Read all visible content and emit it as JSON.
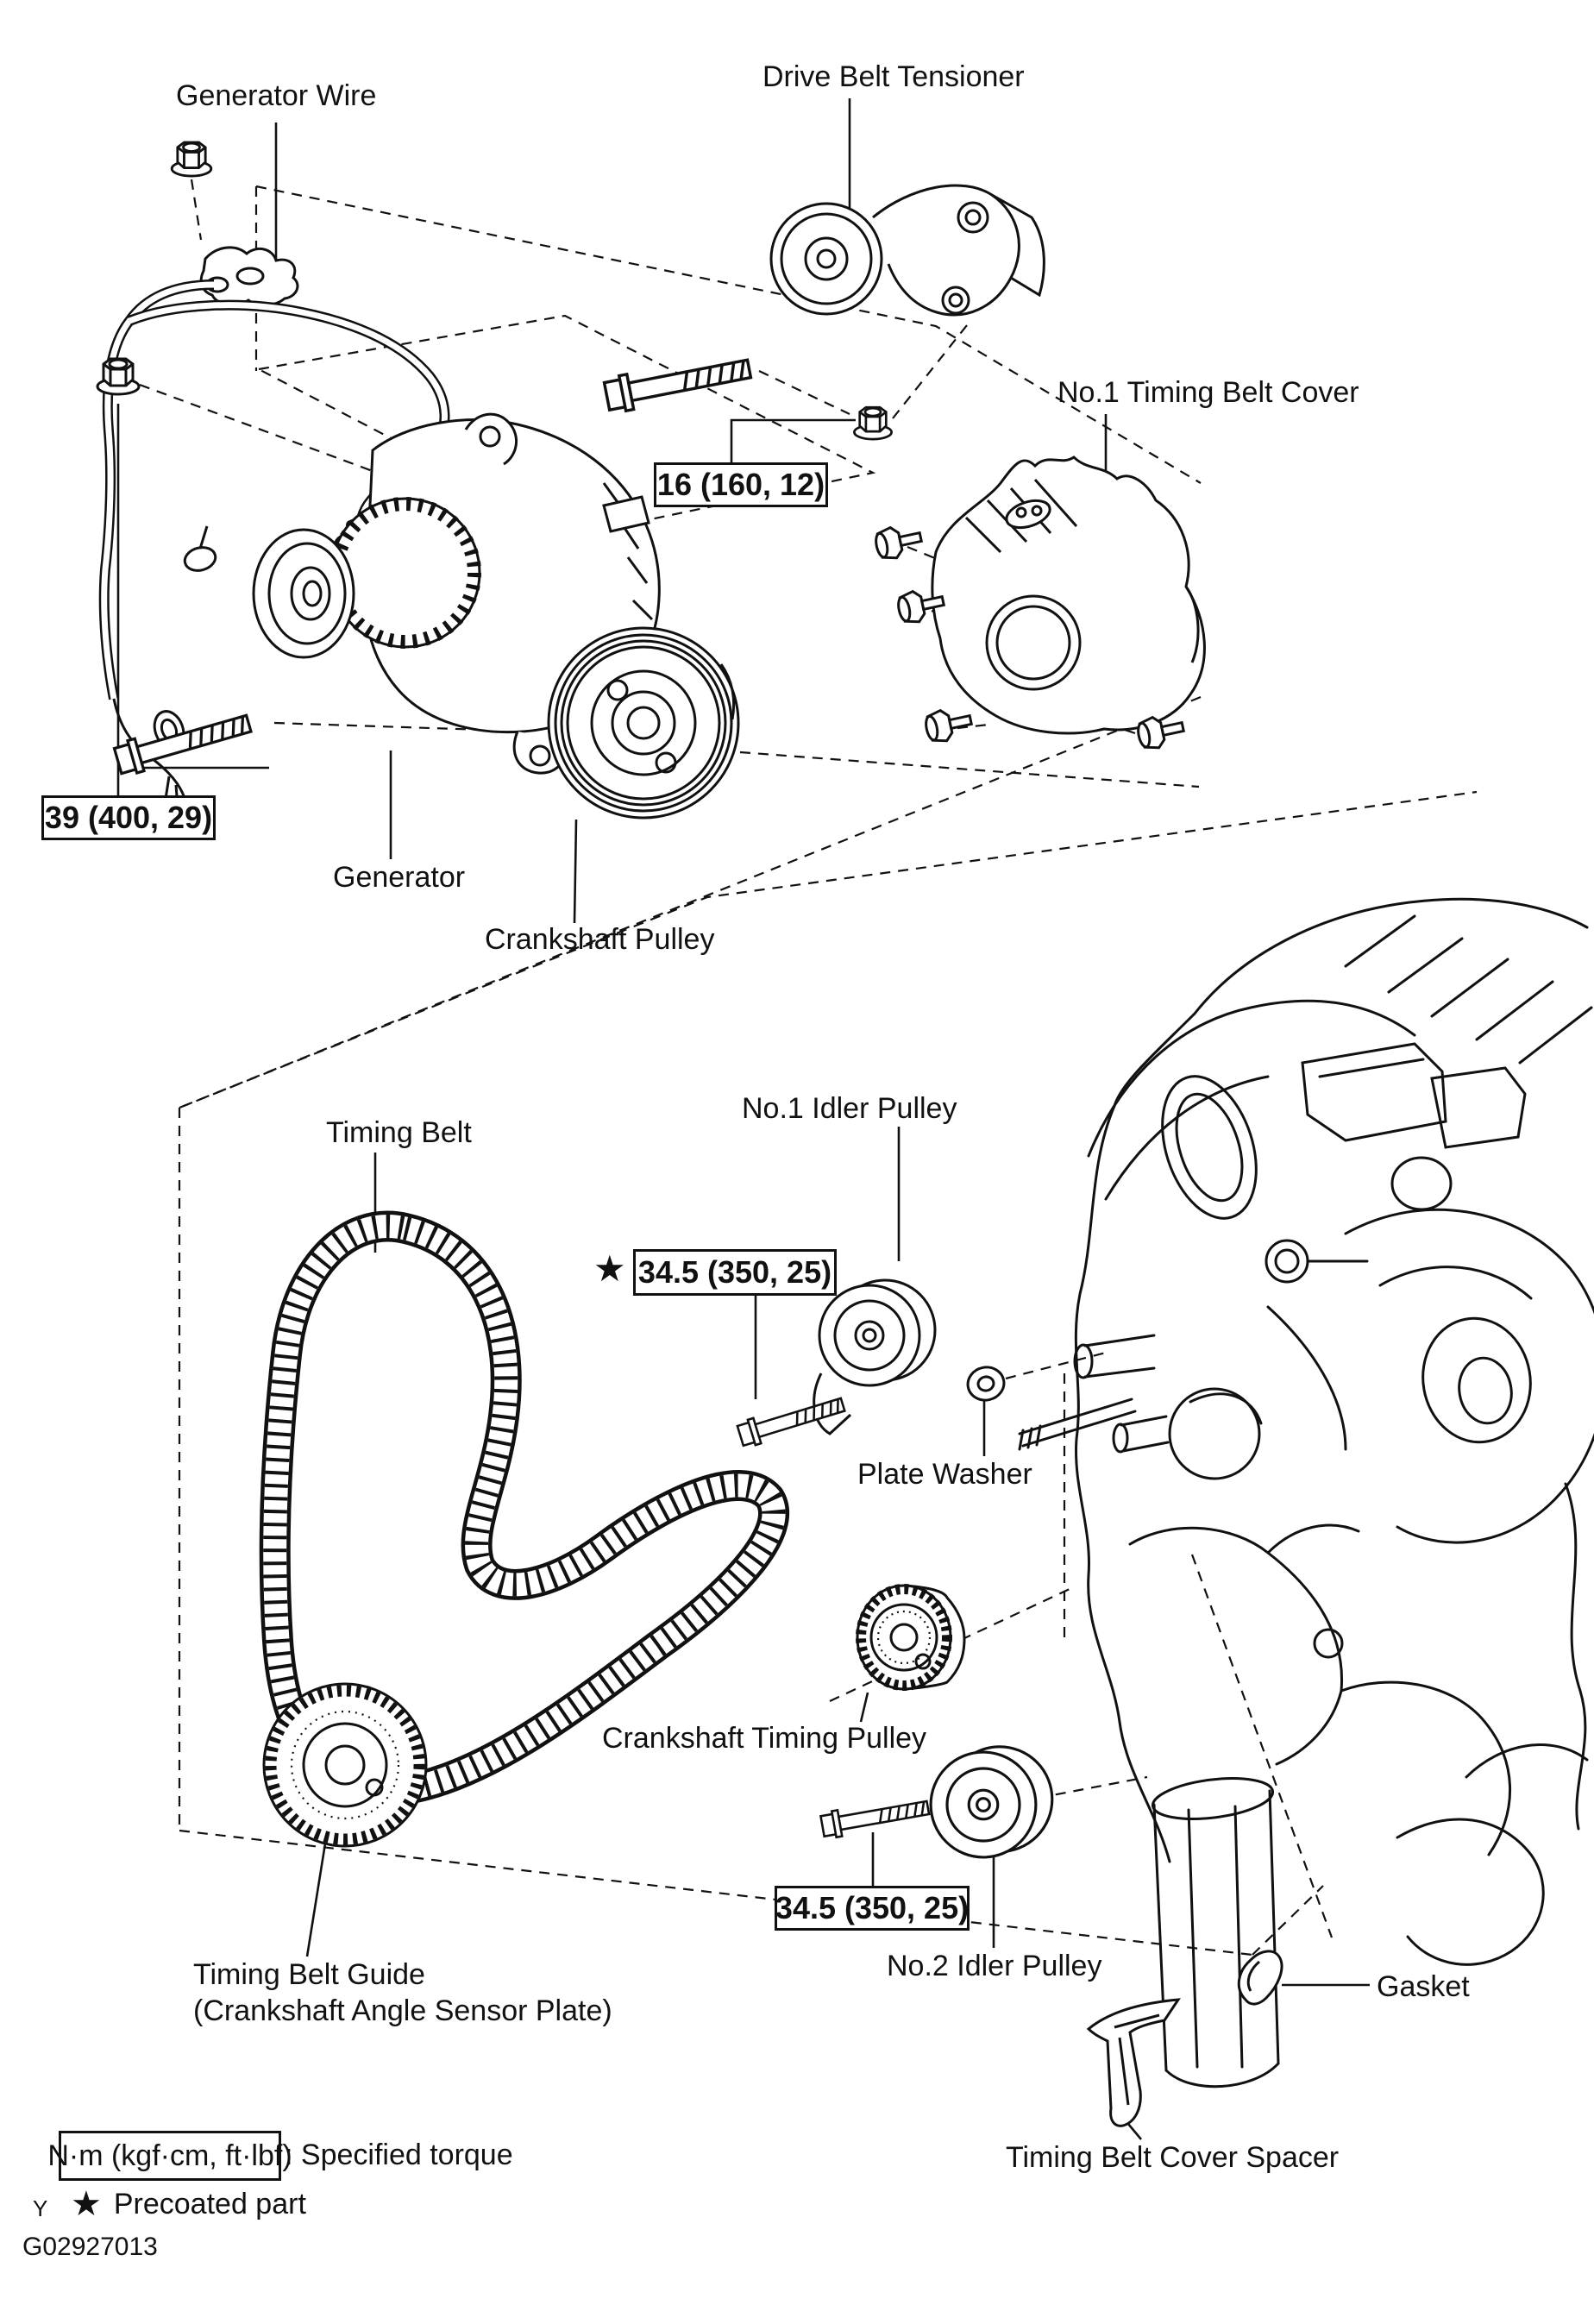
{
  "document": {
    "figure_code": "G02927013",
    "page_marker": "Y"
  },
  "colors": {
    "ink": "#111111",
    "background": "#ffffff"
  },
  "symbols": {
    "precoated_star": "★"
  },
  "part_labels": {
    "generator_wire": "Generator Wire",
    "drive_belt_tensioner": "Drive Belt Tensioner",
    "no1_timing_belt_cover": "No.1 Timing Belt Cover",
    "generator": "Generator",
    "crankshaft_pulley": "Crankshaft Pulley",
    "timing_belt": "Timing Belt",
    "no1_idler_pulley": "No.1 Idler Pulley",
    "plate_washer": "Plate Washer",
    "crankshaft_timing_pulley": "Crankshaft Timing Pulley",
    "no2_idler_pulley": "No.2 Idler Pulley",
    "gasket": "Gasket",
    "timing_belt_guide_line1": "Timing Belt Guide",
    "timing_belt_guide_line2": "(Crankshaft Angle Sensor Plate)",
    "timing_belt_cover_spacer": "Timing Belt Cover Spacer"
  },
  "torque_specs": {
    "drive_belt_tensioner_bolt": "16 (160, 12)",
    "generator_bolt": "39 (400, 29)",
    "no1_idler_pulley_bolt": "34.5 (350, 25)",
    "no2_idler_pulley_bolt": "34.5 (350, 25)"
  },
  "legend": {
    "torque_units_box": "N·m (kgf·cm, ft·lbf)",
    "torque_caption": ": Specified torque",
    "precoated_caption": "Precoated part"
  }
}
